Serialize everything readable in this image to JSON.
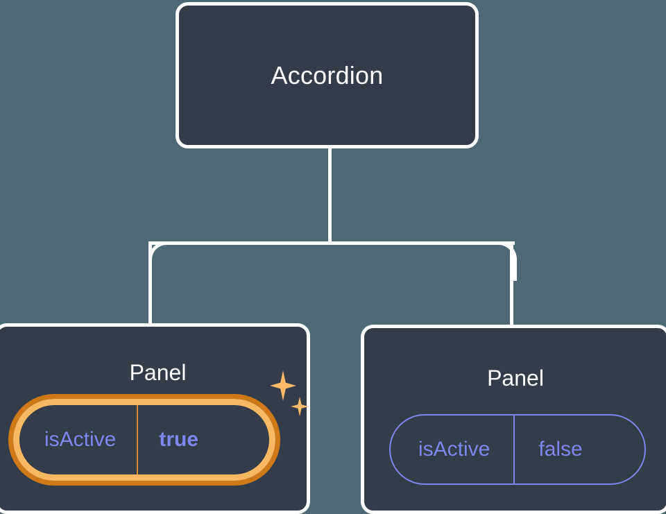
{
  "theme": {
    "background": "#4d6a74",
    "node_fill": "#343b49",
    "node_border": "#ffffff",
    "text_primary": "#ffffff",
    "prop_text": "#7f86ec",
    "prop_border": "#7f84e8",
    "highlight_inner": "#f8b862",
    "highlight_outer": "#cf7a18",
    "sparkle": "#fcbc6b"
  },
  "tree": {
    "root": {
      "title": "Accordion"
    },
    "children": [
      {
        "title": "Panel",
        "highlighted": true,
        "prop": {
          "key": "isActive",
          "value": "true"
        },
        "sparkle_icons": [
          "sparkle-large-icon",
          "sparkle-small-icon"
        ]
      },
      {
        "title": "Panel",
        "highlighted": false,
        "prop": {
          "key": "isActive",
          "value": "false"
        }
      }
    ]
  }
}
